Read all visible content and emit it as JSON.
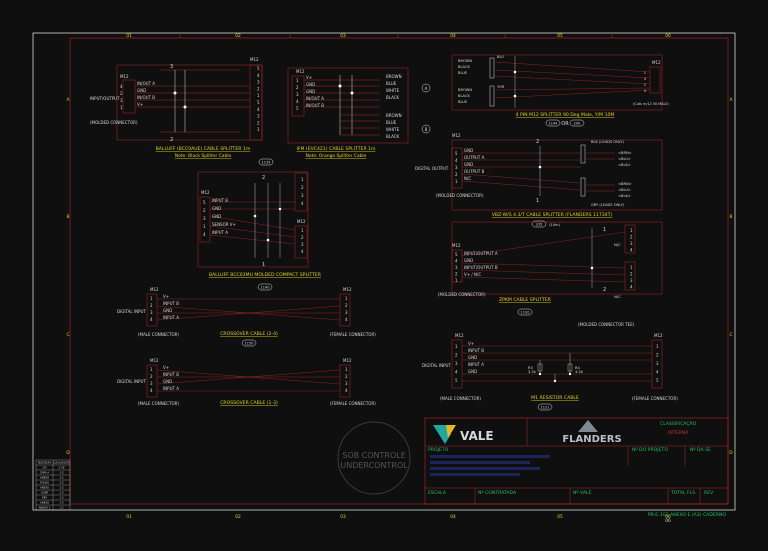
{
  "border": {
    "columns": [
      "01",
      "02",
      "03",
      "04",
      "05",
      "06"
    ],
    "rows": [
      "A",
      "B",
      "C",
      "D"
    ]
  },
  "diagrams": {
    "balluff_cable": {
      "conn_m12": "M12",
      "conn_m12_right": "M12",
      "pins_left": [
        "4",
        "2",
        "3",
        "1"
      ],
      "signals": [
        "IN/OUT A",
        "GND",
        "IN/OUT B",
        "V+"
      ],
      "pins_right": [
        "5",
        "4",
        "3",
        "2",
        "1",
        "5",
        "4",
        "3",
        "2",
        "1"
      ],
      "io_label": "INPUT/OUTPUT",
      "molded_note": "(MOLDED CONNECTOR)",
      "num2": "2",
      "num3": "3",
      "title": "BALLUFF (BCC0AUE) CABLE SPLITTER 1m",
      "note": "Note: Black Splitter Cable",
      "badge": "1135"
    },
    "ifm_cable": {
      "conn_m12": "M12",
      "pins": [
        "1",
        "2",
        "3",
        "4",
        "5"
      ],
      "signals": [
        "V+",
        "GND",
        "GND",
        "IN/OUT A",
        "IN/OUT B"
      ],
      "colors_a": [
        "BROWN",
        "BLUE",
        "WHITE",
        "BLACK"
      ],
      "colors_b": [
        "BROWN",
        "BLUE",
        "WHITE",
        "BLACK"
      ],
      "circle_a": "A",
      "circle_b": "B",
      "title": "IFM (EVC421) CABLE SPLITTER 1m",
      "note": "Note: Orange Splitter Cable"
    },
    "four_pin": {
      "conn_m12": "M12",
      "colors_a": [
        "BROWN",
        "BLACK",
        "BLUE"
      ],
      "colors_b": [
        "BROWN",
        "BLACK",
        "BLUE"
      ],
      "blu": "BLU",
      "yor": "YOR",
      "pins": [
        "1",
        "4",
        "2",
        "3"
      ],
      "cut_note": "(Cuts m/12 50 MALE)",
      "title": "4 PIN M12 SPLITTER 90 Deg Male, Y/M 10M",
      "badge_a": "1144",
      "or_text": "OR",
      "badge_b": "200"
    },
    "vbz": {
      "conn_m12": "M12",
      "pins": [
        "5",
        "4",
        "3",
        "2",
        "1"
      ],
      "signals": [
        "GND",
        "OUTPUT A",
        "GND",
        "OUTPUT B",
        "N/C"
      ],
      "num2": "2",
      "num1": "1",
      "io_label": "DIGITAL OUTPUT",
      "molded_note": "(MOLDED CONNECTOR)",
      "blk_note": "BLK (LEADS ONLY)",
      "wires_a": [
        "<BRN>",
        "<BLU>",
        "<BLK>"
      ],
      "wires_b": [
        "<BRN>",
        "<BLU>",
        "<BLK>"
      ],
      "gry_note": "GRY (LEADS ONLY)",
      "title": "VBZ-W/S 4.3/T CABLE SPLITTER (FLANDERS 11734T)",
      "badge": "235",
      "badge_note": "(10m)"
    },
    "compact": {
      "conn_m12": "M12",
      "conn_m12_b": "M12",
      "pins": [
        "5",
        "2",
        "3",
        "1",
        "4"
      ],
      "signals": [
        "INPUT B",
        "GND",
        "GND",
        "SENSOR V+",
        "INPUT A"
      ],
      "right_a": [
        "1",
        "2",
        "3",
        "4"
      ],
      "right_b": [
        "1",
        "2",
        "3",
        "4"
      ],
      "num2": "2",
      "num1": "1",
      "title": "BALLUFF BCC03MU MOLDED COMPACT SPLITTER",
      "badge": "1140"
    },
    "zpkm": {
      "conn_m12": "M12",
      "pins": [
        "5",
        "4",
        "3",
        "2",
        "1"
      ],
      "signals": [
        "INPUT/OUTPUT A",
        "GND",
        "INPUT/OUTPUT B",
        "V+ / N/C"
      ],
      "num1": "1",
      "num2": "2",
      "nc_a": "N/C",
      "nc_b": "N/C",
      "right_a": [
        "1",
        "2",
        "3",
        "4"
      ],
      "right_b": [
        "1",
        "2",
        "3",
        "4"
      ],
      "molded_note": "(MOLDED CONNECTOR)",
      "molded_tee": "(MOLDED CONNECTOR TEE)",
      "title": "ZPKM CABLE SPLITTER",
      "badge": "1120"
    },
    "crossover_24": {
      "conn_left": "M12",
      "conn_right": "M12",
      "pins_left": [
        "1",
        "2",
        "3",
        "4"
      ],
      "signals": [
        "V+",
        "INPUT B",
        "GND",
        "INPUT A"
      ],
      "pins_right": [
        "1",
        "2",
        "3",
        "4"
      ],
      "io_label": "DIGITAL INPUT",
      "male_note": "(MALE CONNECTOR)",
      "female_note": "(FEMALE CONNECTOR)",
      "title": "CROSSOVER CABLE (2-4)",
      "badge": "1150"
    },
    "crossover_13": {
      "conn_left": "M12",
      "conn_right": "M12",
      "pins_left": [
        "1",
        "2",
        "3",
        "4"
      ],
      "signals": [
        "V+",
        "INPUT B",
        "GND",
        "INPUT A"
      ],
      "pins_right": [
        "1",
        "2",
        "3",
        "4"
      ],
      "io_label": "DIGITAL INPUT",
      "male_note": "(MALE CONNECTOR)",
      "female_note": "(FEMALE CONNECTOR)",
      "title": "CROSSOVER CABLE (1-3)"
    },
    "resistor": {
      "conn_left": "M12",
      "conn_right": "M12",
      "pins_left": [
        "1",
        "2",
        "3",
        "4",
        "5"
      ],
      "signals": [
        "V+",
        "INPUT B",
        "GND",
        "INPUT A",
        "GND"
      ],
      "pins_right": [
        "1",
        "2",
        "3",
        "4",
        "5"
      ],
      "io_label": "DIGITAL INPUT",
      "r3": "R3",
      "r3v": "3.3k",
      "r4": "R4",
      "r4v": "3.3k",
      "male_note": "(MALE CONNECTOR)",
      "female_note": "(FEMALE CONNECTOR)",
      "title": "M1 RESISTOR CABLE",
      "badge": "1121"
    }
  },
  "watermark": {
    "line1": "SOB CONTROLE",
    "line2": "UNDERCONTROL"
  },
  "title_block": {
    "logo_vale": "VALE",
    "logo_flanders": "FLANDERS",
    "classificacao": "CLASSIFICAÇÃO",
    "classificacao_value": "INTERNA",
    "projeto": "PROJETO",
    "n_do_projeto": "Nº DO PROJETO",
    "n_da_se": "Nº DA SE",
    "escala": "ESCALA",
    "n_contratada": "Nº CONTRATADA",
    "n_vale": "Nº VALE",
    "total_fls": "TOTAL FLS.",
    "rev": "REV",
    "footer": "PR-E-102 ANEXO E (A3) CADERNO",
    "sheet": "06"
  },
  "revision_table": {
    "header": [
      "DESCRIÇÃO",
      "LOCALIZAÇÃO"
    ],
    "rows": [
      [
        "CIA",
        "2-18"
      ],
      [
        "CAPA A",
        "1-2"
      ],
      [
        "ANEXO",
        "1-2"
      ],
      [
        "FOLHA",
        "1-2"
      ],
      [
        "ANEXO",
        "1-2"
      ],
      [
        "CONF",
        "1-2"
      ],
      [
        "REV",
        "1-2"
      ],
      [
        "ANEXO",
        "1-2"
      ],
      [
        "ANEXO 1",
        "1-2"
      ]
    ]
  },
  "colors": {
    "wire": "#b0262a",
    "label": "#e3d21f",
    "frame": "#d8d8d8",
    "accent": "#1fbf5f"
  }
}
